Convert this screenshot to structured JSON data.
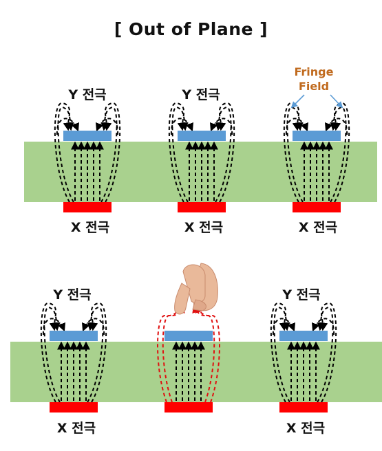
{
  "title": "[ Out of Plane ]",
  "electrode_top_label": "Y 전극",
  "electrode_bottom_label": "X 전극",
  "fringe_label": [
    "Fringe",
    "Field"
  ],
  "colors": {
    "substrate": "#a9d18e",
    "y_electrode": "#5b9bd5",
    "x_electrode": "#ff0000",
    "field_line": "#000000",
    "disturbed_field_line": "#e01010",
    "annotation": "#c06a1e",
    "fringe_arrow": "#5b9bd5"
  },
  "panels": [
    {
      "row": 1,
      "col": 1,
      "touched": false
    },
    {
      "row": 1,
      "col": 2,
      "touched": false
    },
    {
      "row": 1,
      "col": 3,
      "touched": false,
      "fringe_annotation": true
    },
    {
      "row": 2,
      "col": 1,
      "touched": false
    },
    {
      "row": 2,
      "col": 2,
      "touched": true,
      "finger": "finger-icon"
    },
    {
      "row": 2,
      "col": 3,
      "touched": false
    }
  ]
}
